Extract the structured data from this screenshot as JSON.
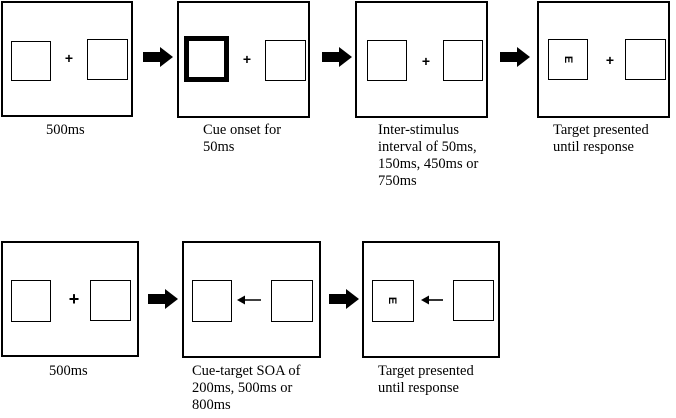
{
  "symbols": {
    "fixation": "+",
    "target": "E"
  },
  "row1": {
    "captions": [
      "500ms",
      "Cue onset for\n50ms",
      "Inter-stimulus\ninterval of 50ms,\n150ms, 450ms or\n750ms",
      "Target presented\nuntil response"
    ]
  },
  "row2": {
    "captions": [
      "500ms",
      "Cue-target SOA of\n200ms, 500ms or\n800ms",
      "Target presented\nuntil response"
    ]
  }
}
